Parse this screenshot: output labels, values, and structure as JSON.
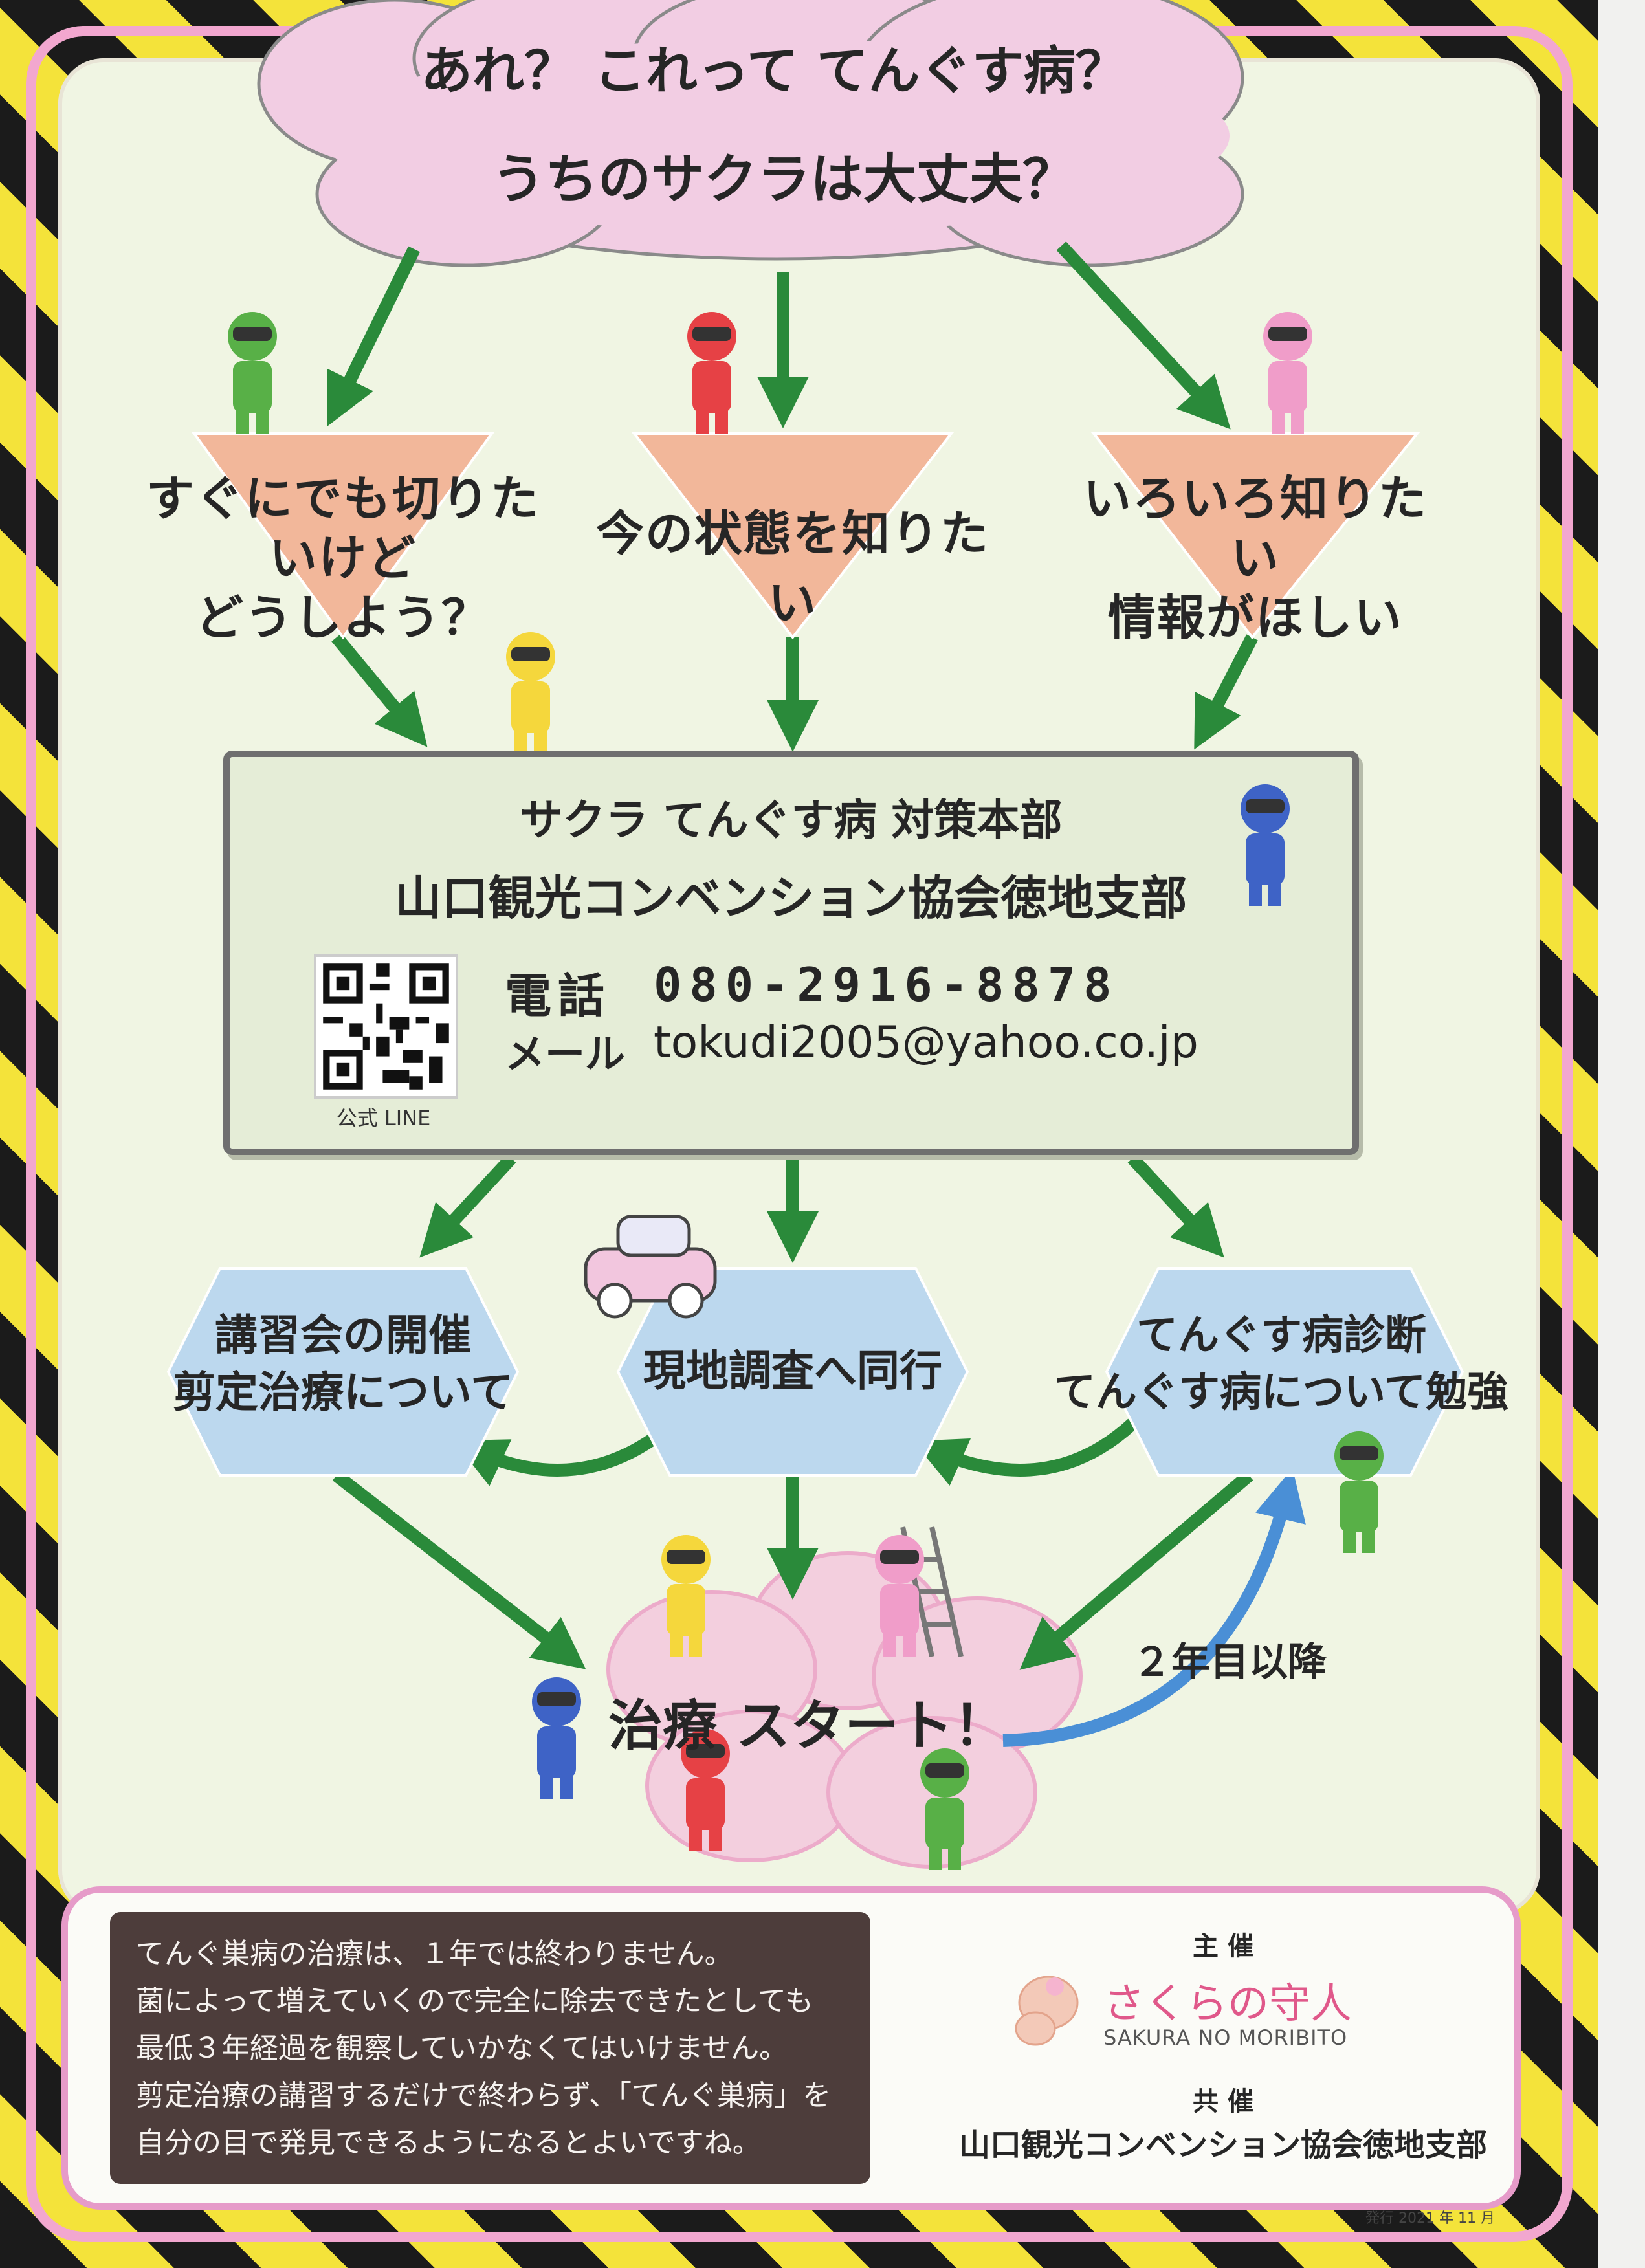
{
  "header": {
    "line1": "あれ？ これって てんぐす病？",
    "line2": "うちのサクラは大丈夫？"
  },
  "questions": [
    {
      "line1": "すぐにでも切りたいけど",
      "line2": "どうしよう？"
    },
    {
      "line1": "今の状態を知りたい",
      "line2": ""
    },
    {
      "line1": "いろいろ知りたい",
      "line2": "情報がほしい"
    }
  ],
  "contact": {
    "title1": "サクラ てんぐす病 対策本部",
    "title2": "山口観光コンベンション協会徳地支部",
    "phone_label": "電話",
    "phone": "080-2916-8878",
    "mail_label": "メール",
    "mail": "tokudi2005@yahoo.co.jp",
    "qr_caption": "公式 LINE"
  },
  "actions": [
    {
      "line1": "講習会の開催",
      "line2": "剪定治療について"
    },
    {
      "line1": "現地調査へ同行",
      "line2": ""
    },
    {
      "line1": "てんぐす病診断",
      "line2": "てんぐす病について勉強"
    }
  ],
  "start": {
    "label": "治療 スタート！",
    "loop_label": "２年目以降"
  },
  "note": {
    "lines": [
      "てんぐ巣病の治療は、１年では終わりません。",
      "菌によって増えていくので完全に除去できたとしても",
      "最低３年経過を観察していかなくてはいけません。",
      "剪定治療の講習するだけで終わらず、「てんぐ巣病」を",
      "自分の目で発見できるようになるとよいですね。"
    ]
  },
  "organizer": {
    "host_label": "主 催",
    "logo_jp": "さくらの守人",
    "logo_en": "SAKURA NO MORIBITO",
    "cohost_label": "共 催",
    "cohost": "山口観光コンベンション協会徳地支部"
  },
  "footer": {
    "issue": "発行 2021 年 11 月"
  },
  "colors": {
    "arrow_green": "#2a8a3a",
    "arrow_blue": "#4a8fd6",
    "triangle": "#f2b79a",
    "hexagon": "#bcd8ee",
    "cloud": "#f2cde3"
  }
}
